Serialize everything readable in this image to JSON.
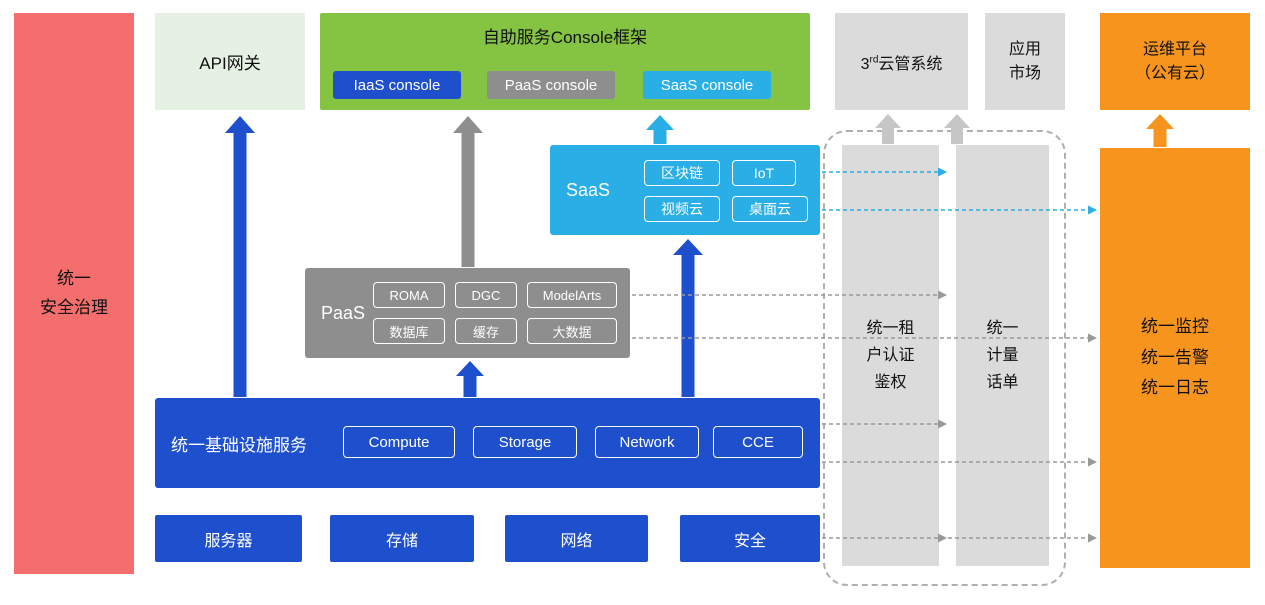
{
  "palette": {
    "red": "#F56E6E",
    "light_green": "#E5F2E3",
    "green": "#85C343",
    "blue": "#1E50CE",
    "gray": "#8E8E8E",
    "light_gray": "#DBDBDB",
    "cyan": "#29AEE6",
    "orange": "#F7941E"
  },
  "left_bar": {
    "label": "统一\n安全治理"
  },
  "top_row": {
    "api_gateway": "API网关",
    "console": {
      "title": "自助服务Console框架",
      "iaas": "IaaS console",
      "paas": "PaaS console",
      "saas": "SaaS console"
    },
    "third_party_cms": {
      "prefix": "3",
      "sup": "rd",
      "rest": "云管系统"
    },
    "app_market": "应用\n市场",
    "om_platform": "运维平台\n（公有云）"
  },
  "saas": {
    "label": "SaaS",
    "items": [
      "区块链",
      "IoT",
      "视频云",
      "桌面云"
    ]
  },
  "paas": {
    "label": "PaaS",
    "items": [
      "ROMA",
      "DGC",
      "ModelArts",
      "数据库",
      "缓存",
      "大数据"
    ]
  },
  "infra": {
    "label": "统一基础设施服务",
    "items": [
      "Compute",
      "Storage",
      "Network",
      "CCE"
    ]
  },
  "hardware": {
    "items": [
      "服务器",
      "存储",
      "网络",
      "安全"
    ]
  },
  "right_panel": {
    "auth_bar": "统一租\n户认证\n鉴权",
    "billing_bar": "统一\n计量\n话单",
    "monitor_bar": "统一监控\n统一告警\n统一日志"
  }
}
